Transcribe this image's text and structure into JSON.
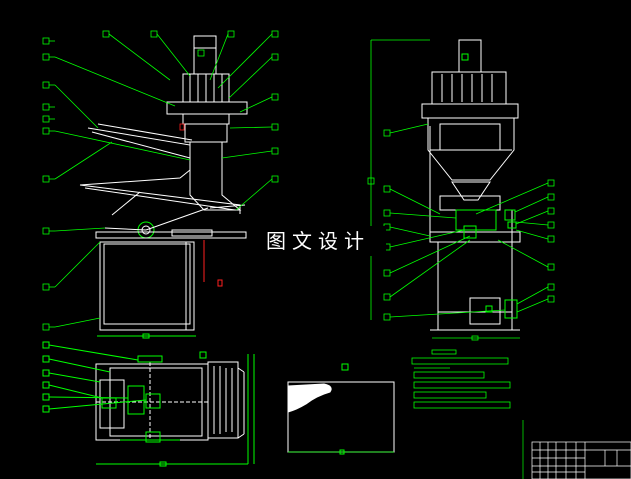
{
  "watermark": {
    "text": "图文设计"
  },
  "colors": {
    "background": "#000000",
    "outline": "#ffffff",
    "leader": "#00ff00",
    "dimension": "#00ff00",
    "highlight": "#00ff00",
    "annotation_box": "#00ff00",
    "red_mark": "#ff2020"
  },
  "views": [
    {
      "name": "front-elevation-view"
    },
    {
      "name": "side-elevation-view"
    },
    {
      "name": "plan-view"
    },
    {
      "name": "detail-view"
    },
    {
      "name": "technical-requirements-block"
    },
    {
      "name": "title-block"
    }
  ]
}
